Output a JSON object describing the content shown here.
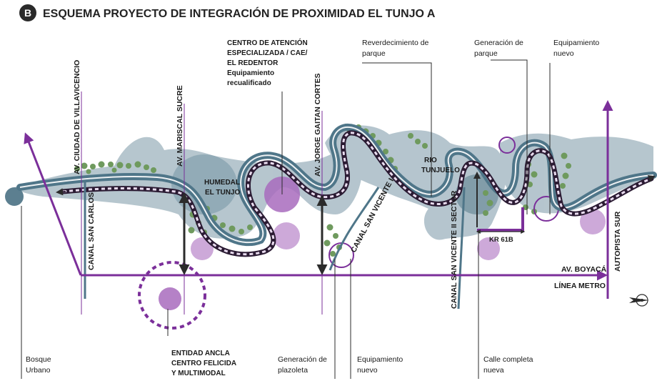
{
  "header": {
    "badge": "B",
    "title": "ESQUEMA PROYECTO DE INTEGRACIÓN DE PROXIMIDAD EL TUNJO A"
  },
  "colors": {
    "purple": "#7b2f9a",
    "river": "#4f7689",
    "water_shade": "#a9bcc6",
    "lilac": "#b98ac9",
    "tree": "#6f9a5e",
    "text": "#1a1a1a"
  },
  "vertical_labels": {
    "av_ciudad_villavicencio": "AV. CIUDAD DE VILLAVICENCIO",
    "av_mariscal_sucre": "AV. MARISCAL SUCRE",
    "av_jorge_gaitan_cortes": "AV. JORGE GAITAN CORTES",
    "canal_san_carlos": "CANAL SAN CARLOS",
    "canal_san_vicente_i": "CANAL SAN VICENTE I",
    "canal_san_vicente_ii": "CANAL SAN VICENTE II SECTOR",
    "autopista_sur": "AUTOPISTA SUR"
  },
  "horizontal_labels": {
    "av_boyaca": "AV. BOYACÁ",
    "linea_metro": "LÍNEA METRO",
    "kr_61b": "KR 61B"
  },
  "place_labels": {
    "humedal": [
      "HUMEDAL",
      "EL TUNJO"
    ],
    "rio": [
      "RIO",
      "TUNJUELO"
    ]
  },
  "annotations": {
    "centro_atencion": [
      "CENTRO DE ATENCIÓN",
      "ESPECIALIZADA / CAE/",
      "EL REDENTOR",
      "Equipamiento",
      "recualificado"
    ],
    "reverdecimiento": [
      "Reverdecimiento de",
      "parque"
    ],
    "generacion_parque": [
      "Generación de",
      "parque"
    ],
    "equipamiento_nuevo_top": [
      "Equipamiento",
      "nuevo"
    ],
    "bosque_urbano": [
      "Bosque",
      "Urbano"
    ],
    "entidad_ancla": [
      "ENTIDAD ANCLA",
      "CENTRO FELICIDA",
      "Y MULTIMODAL"
    ],
    "generacion_plazoleta": [
      "Generación de",
      "plazoleta"
    ],
    "equipamiento_nuevo_bottom": [
      "Equipamiento",
      "nuevo"
    ],
    "calle_completa": [
      "Calle completa",
      "nueva"
    ]
  }
}
